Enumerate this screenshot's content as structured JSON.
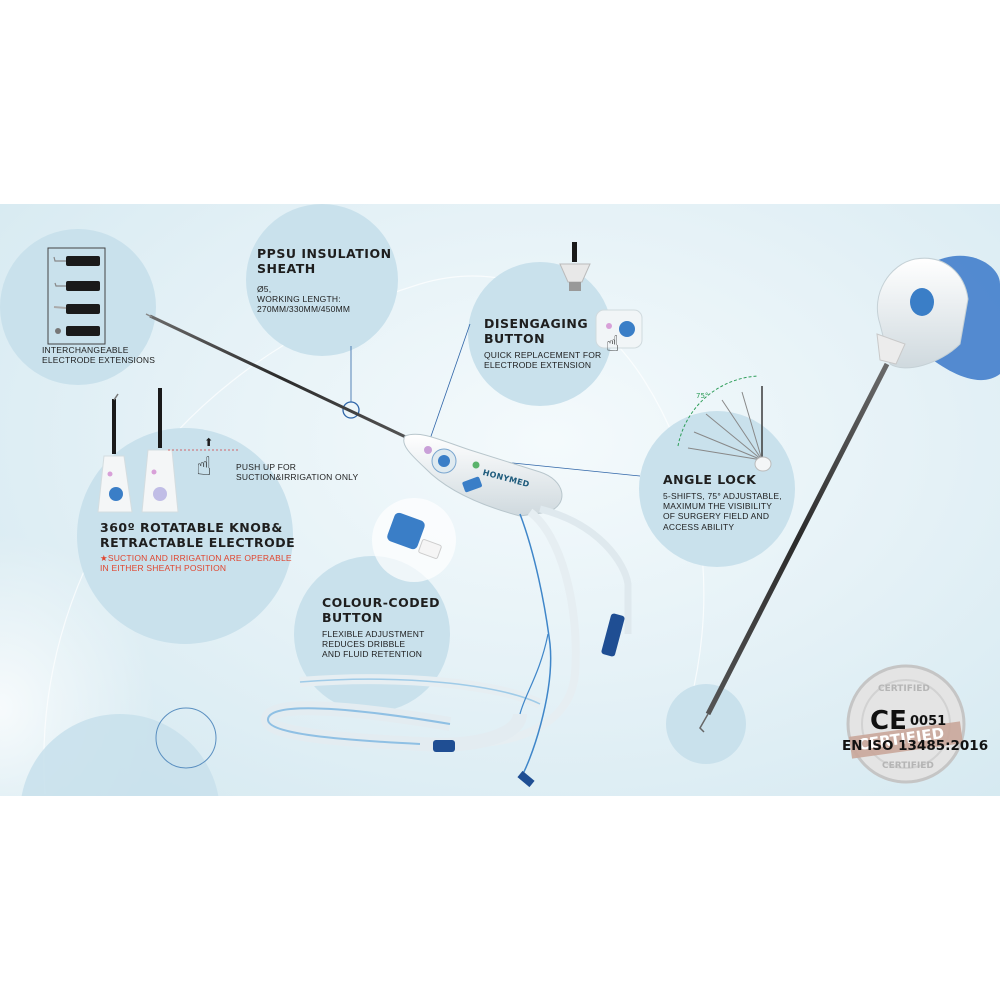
{
  "labels": {
    "extensions": [
      "INTERCHANGEABLE",
      "ELECTRODE EXTENSIONS"
    ],
    "ppsu_title": [
      "PPSU INSULATION",
      "SHEATH"
    ],
    "ppsu_desc": [
      "Ø5,",
      "WORKING LENGTH:",
      "270MM/330MM/450MM"
    ],
    "disengaging_title": [
      "DISENGAGING",
      "BUTTON"
    ],
    "disengaging_desc": [
      "QUICK REPLACEMENT FOR",
      "ELECTRODE EXTENSION"
    ],
    "push_up": [
      "PUSH UP FOR",
      "SUCTION&IRRIGATION ONLY"
    ],
    "knob_title": [
      "360º ROTATABLE KNOB&",
      "RETRACTABLE ELECTRODE"
    ],
    "knob_note": [
      "★SUCTION AND IRRIGATION ARE OPERABLE",
      "IN EITHER SHEATH POSITION"
    ],
    "angle_title": "ANGLE LOCK",
    "angle_desc": [
      "5-SHIFTS, 75° ADJUSTABLE,",
      "MAXIMUM THE VISIBILITY",
      "OF SURGERY FIELD AND",
      "ACCESS ABILITY"
    ],
    "angle_value": "75°",
    "colour_title": [
      "COLOUR-CODED",
      "BUTTON"
    ],
    "colour_desc": [
      "FLEXIBLE ADJUSTMENT",
      "REDUCES DRIBBLE",
      "AND FLUID RETENTION"
    ],
    "brand": "HONYMED",
    "cert_top": "CERTIFIED",
    "cert_mid": "CERTIFIED",
    "cert_bottom": "CERTIFIED",
    "ce": "CE",
    "ce_number": "0051",
    "iso": "EN ISO 13485:2016"
  },
  "colors": {
    "circle": "#c9e1ec",
    "accent_blue": "#3a7ec7",
    "note_red": "#e0452f",
    "background": "#dcedf4"
  },
  "icons": [
    "hand-pointer-icon",
    "up-arrow-icon",
    "ce-mark-icon",
    "certified-seal-icon",
    "brand-logo-icon"
  ]
}
